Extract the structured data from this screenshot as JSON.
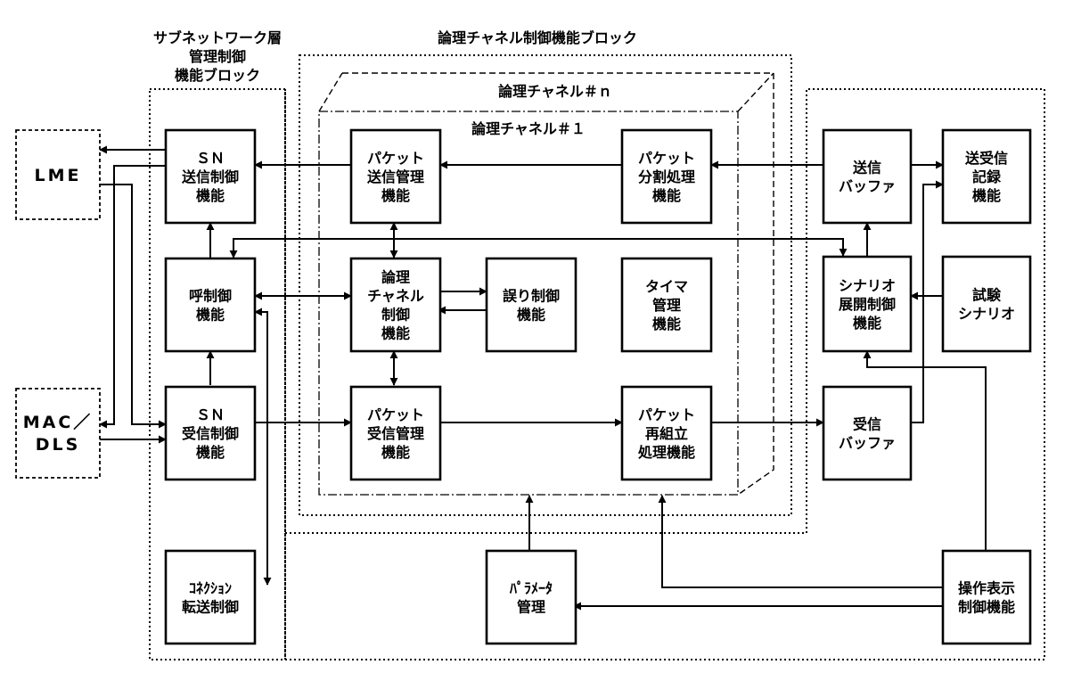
{
  "groups": {
    "subnet_lines": [
      "サブネットワーク層",
      "管理制御",
      "機能ブロック"
    ],
    "logical_block": "論理チャネル制御機能ブロック",
    "channel_n": "論理チャネル＃ｎ",
    "channel_1": "論理チャネル＃１"
  },
  "external": {
    "lme": [
      "LME"
    ],
    "mac": [
      "MAC／",
      "DLS"
    ]
  },
  "boxes": {
    "sn_send": [
      "ＳＮ",
      "送信制御",
      "機能"
    ],
    "call_ctrl": [
      "呼制御",
      "機能"
    ],
    "sn_recv": [
      "ＳＮ",
      "受信制御",
      "機能"
    ],
    "conn_xfer": [
      "ｺﾈｸｼｮﾝ",
      "転送制御"
    ],
    "pkt_send": [
      "パケット",
      "送信管理",
      "機能"
    ],
    "pkt_split": [
      "パケット",
      "分割処理",
      "機能"
    ],
    "lc_ctrl": [
      "論理",
      "チャネル",
      "制御",
      "機能"
    ],
    "err_ctrl": [
      "誤り制御",
      "機能"
    ],
    "timer": [
      "タイマ",
      "管理",
      "機能"
    ],
    "pkt_recv": [
      "パケット",
      "受信管理",
      "機能"
    ],
    "pkt_reasm": [
      "パケット",
      "再組立",
      "処理機能"
    ],
    "param": [
      "ﾊﾟﾗﾒｰﾀ",
      "管理"
    ],
    "tx_buf": [
      "送信",
      "バッファ"
    ],
    "txrx_log": [
      "送受信",
      "記録",
      "機能"
    ],
    "scenario_ctrl": [
      "シナリオ",
      "展開制御",
      "機能"
    ],
    "test_scn": [
      "試験",
      "シナリオ"
    ],
    "rx_buf": [
      "受信",
      "バッファ"
    ],
    "op_disp": [
      "操作表示",
      "制御機能"
    ]
  }
}
